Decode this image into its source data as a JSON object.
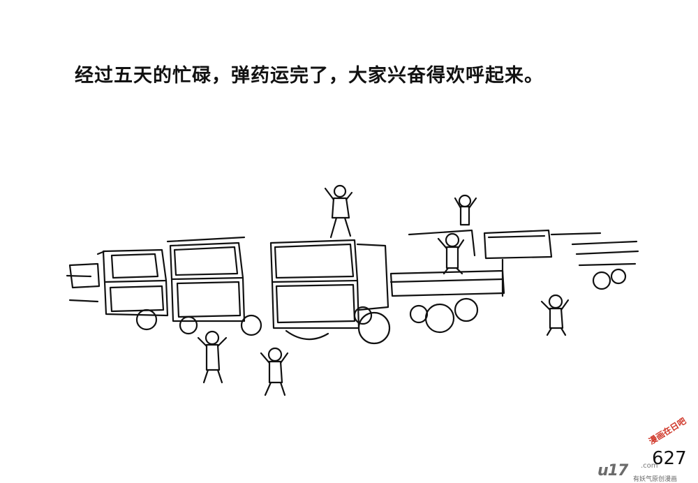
{
  "caption": "经过五天的忙碌，弹药运完了，大家兴奋得欢呼起来。",
  "page_number": "627",
  "watermark": {
    "logo_text": "u17",
    "domain": ".com",
    "tagline": "有妖气原创漫画",
    "red_stamp": "漫画在日吧"
  },
  "colors": {
    "ink": "#111111",
    "paper": "#ffffff",
    "stamp": "#d0382a",
    "logo": "#6b6b6b"
  }
}
